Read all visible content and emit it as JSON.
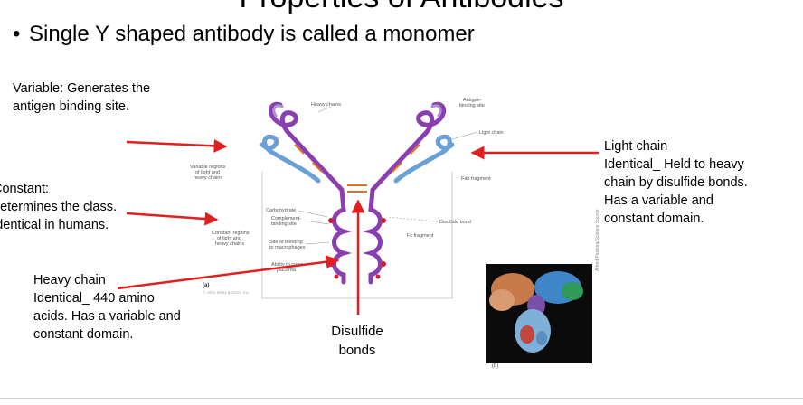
{
  "slide": {
    "title": "Properties of Antibodies",
    "bullet": "Single Y shaped antibody is called a monomer"
  },
  "annotations": {
    "variable": "Variable: Generates the\nantigen binding site.",
    "constant": "Constant:\ndetermines the class.\nidentical in humans.",
    "light_chain": "Light chain\nIdentical_ Held to heavy\nchain by disulfide bonds.\nHas a variable and\nconstant domain.",
    "heavy_chain": "Heavy chain\nIdentical_ 440 amino\nacids. Has a variable and\nconstant domain.",
    "disulfide": "Disulfide\nbonds"
  },
  "figure_labels": {
    "heavy_chains": "Heavy chains",
    "antigen_binding_site": "Antigen-\nbinding site",
    "light_chain": "Light chain",
    "variable_regions": "Variable regions\nof light and\nheavy chains",
    "fab_fragment": "Fab fragment",
    "carbohydrate": "Carbohydrate",
    "complement_binding": "Complement-\nbinding site",
    "disulfide_bond": "Disulfide bond",
    "constant_regions": "Constant regions\nof light and\nheavy chains",
    "fc_fragment": "Fc fragment",
    "site_of_bonding": "Site of bonding\nto macrophages",
    "ability_to_cross": "Ability to cross\nplacenta",
    "panel_a": "(a)",
    "copyright": "© John Wiley & Sons, Inc.",
    "panel_b": "(b)",
    "photo_credit": "Alfred Pasieka/Science Source"
  },
  "colors": {
    "arrow_red": "#e02020",
    "heavy_chain": "#8a3fb0",
    "light_chain": "#6a9fd8",
    "bond": "#e07020"
  }
}
